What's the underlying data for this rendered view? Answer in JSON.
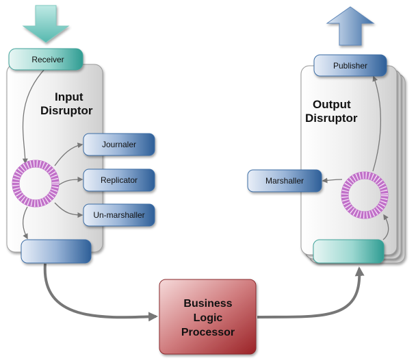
{
  "input_disruptor": {
    "title_line1": "Input",
    "title_line2": "Disruptor",
    "receiver": "Receiver",
    "journaler": "Journaler",
    "replicator": "Replicator",
    "unmarshaller": "Un-marshaller"
  },
  "output_disruptor": {
    "title_line1": "Output",
    "title_line2": "Disruptor",
    "publisher": "Publisher",
    "marshaller": "Marshaller"
  },
  "business_logic": {
    "line1": "Business",
    "line2": "Logic",
    "line3": "Processor"
  },
  "colors": {
    "teal": "#3fb0a6",
    "blue": "#3d6ea6",
    "ring": "#c070c8",
    "red": "#a82c30"
  }
}
